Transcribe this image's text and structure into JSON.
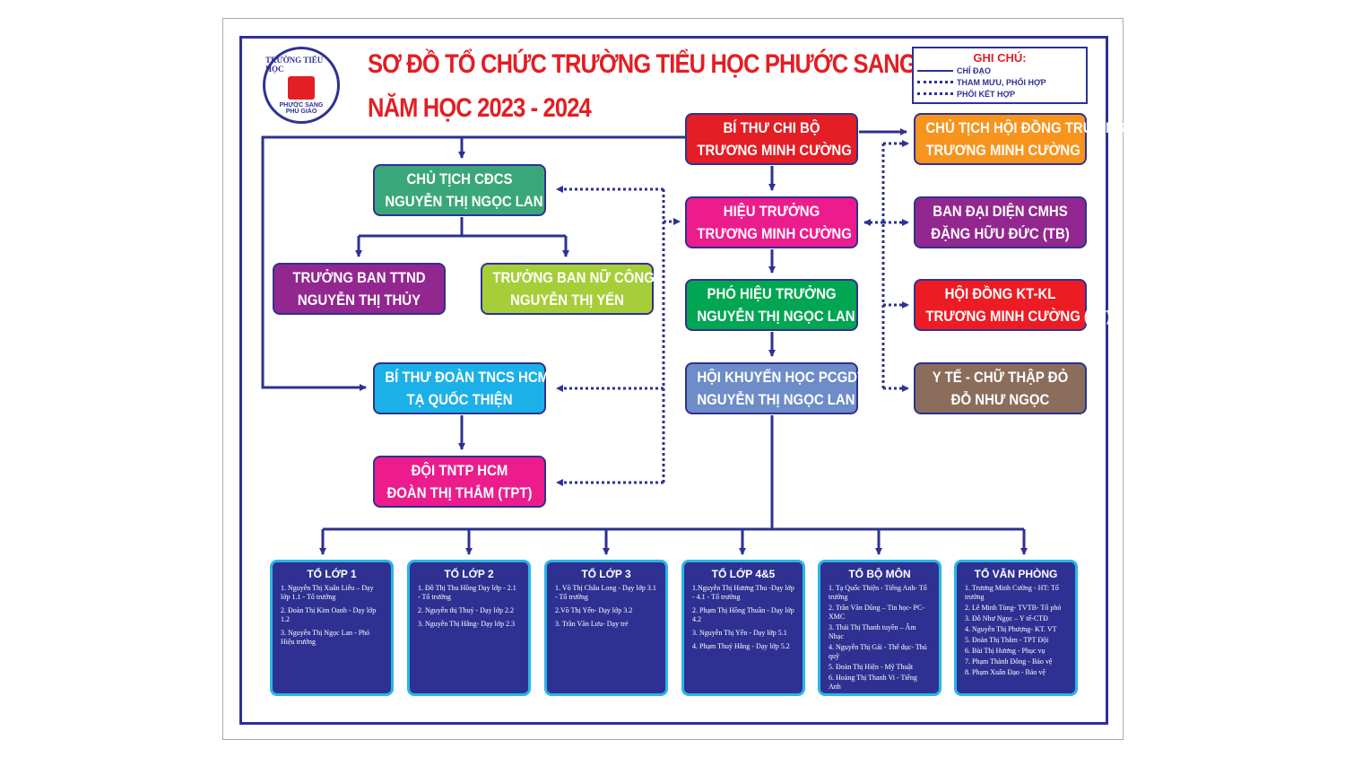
{
  "logo": {
    "top_text": "TRƯỜNG TIỂU HỌC",
    "bottom_text": "PHƯỚC SANG",
    "sub_text": "PHÚ GIÁO"
  },
  "title": {
    "line1": "SƠ ĐỒ TỔ CHỨC TRƯỜNG TIỂU HỌC PHƯỚC SANG",
    "line2": "NĂM HỌC 2023 - 2024"
  },
  "legend": {
    "heading": "GHI CHÚ:",
    "items": [
      "CHỈ ĐẠO",
      "THAM MƯU, PHỐI HỢP",
      "PHỐI KẾT HỢP"
    ]
  },
  "nodes": {
    "bi_thu": {
      "l1": "BÍ THƯ CHI BỘ",
      "l2": "TRƯƠNG MINH CƯỜNG",
      "color": "#e31e24"
    },
    "chu_tich_hdt": {
      "l1": "CHỦ TỊCH HỘI ĐỒNG TRƯỜNG",
      "l2": "TRƯƠNG MINH CƯỜNG",
      "color": "#f7941d"
    },
    "cdcs": {
      "l1": "CHỦ TỊCH CĐCS",
      "l2": "NGUYỄN THỊ NGỌC LAN",
      "color": "#3aa77a"
    },
    "hieu_truong": {
      "l1": "HIỆU TRƯỞNG",
      "l2": "TRƯƠNG MINH CƯỜNG",
      "color": "#ec1c8c"
    },
    "ban_dai_dien": {
      "l1": "BAN ĐẠI DIỆN CMHS",
      "l2": "ĐẶNG HỮU ĐỨC (TB)",
      "color": "#92278f"
    },
    "ttnd": {
      "l1": "TRƯỞNG BAN TTND",
      "l2": "NGUYỄN THỊ THỦY",
      "color": "#92278f"
    },
    "nu_cong": {
      "l1": "TRƯỞNG BAN NỮ CÔNG",
      "l2": "NGUYỄN THỊ YẾN",
      "color": "#a6ce39"
    },
    "pho_ht": {
      "l1": "PHÓ HIỆU TRƯỞNG",
      "l2": "NGUYỄN THỊ NGỌC LAN",
      "color": "#00a651"
    },
    "kt_kl": {
      "l1": "HỘI ĐỒNG KT-KL",
      "l2": "TRƯƠNG MINH CƯỜNG (CT)",
      "color": "#ed1c24"
    },
    "doan": {
      "l1": "BÍ THƯ ĐOÀN TNCS HCM",
      "l2": "TẠ QUỐC THIỆN",
      "color": "#1cb0e8"
    },
    "khuyen_hoc": {
      "l1": "HỘI KHUYẾN HỌC PCGDTH",
      "l2": "NGUYỄN THỊ NGỌC LAN",
      "color": "#6d8cc8"
    },
    "y_te": {
      "l1": "Y TẾ - CHỮ THẬP ĐỎ",
      "l2": "ĐỖ NHƯ NGỌC",
      "color": "#8b6d5c"
    },
    "doi": {
      "l1": "ĐỘI TNTP HCM",
      "l2": "ĐOÀN THỊ THẮM (TPT)",
      "color": "#ec1c8c"
    }
  },
  "teams": [
    {
      "title": "TỔ LỚP 1",
      "items": [
        "1. Nguyễn Thị Xuân Liễu – Dạy lớp 1.1 - Tổ trưởng",
        "2. Đoàn Thị Kim Oanh - Dạy lớp 1.2",
        "3. Nguyễn Thị Ngọc Lan - Phó Hiệu trưởng"
      ]
    },
    {
      "title": "TỔ LỚP 2",
      "items": [
        "1. Đỗ Thị Thu Hồng Dạy lớp - 2.1 - Tổ trưởng",
        "2. Nguyễn thị Thuý - Dạy lớp 2.2",
        "3. Nguyễn Thị Hằng- Dạy lớp 2.3"
      ]
    },
    {
      "title": "TỔ LỚP 3",
      "items": [
        "1. Võ Thị Châu Long - Dạy lớp 3.1 - Tổ trưởng",
        "2.Võ Thị Yến- Dạy lớp 3.2",
        "3. Trần Văn Lưu- Dạy trẻ"
      ]
    },
    {
      "title": "TỔ LỚP 4&5",
      "items": [
        "1.Nguyễn Thị Hương Thu -Dạy lớp - 4.1 - Tổ trưởng",
        "2. Phạm Thị Hồng Thuần - Dạy lớp 4.2",
        "3. Nguyễn Thị Yến - Dạy lớp 5.1",
        "4. Phạm Thuý Hằng - Dạy lớp 5.2"
      ]
    },
    {
      "title": "TỔ BỘ MÔN",
      "items": [
        "1. Tạ Quốc Thiện - Tiếng Anh- Tổ trưởng",
        "2. Trần Văn Dũng – Tin học- PC-XMC",
        "3. Thái Thị Thanh tuyền – Âm Nhạc",
        "4. Nguyễn Thị Gái - Thể dục- Thủ quỹ",
        "5. Đoàn Thị Hiện - Mỹ Thuật",
        "6. Hoàng Thị Thanh Vi - Tiếng Anh"
      ]
    },
    {
      "title": "TỔ VĂN PHÒNG",
      "items": [
        "1. Trương Minh Cường - HT: Tổ trưởng",
        "2. Lê Minh Tùng- TVTB- Tổ phó",
        "3. Đỗ Như Ngọc – Y tế-CTĐ",
        "4. Nguyễn Thị Phượng- KT. VT",
        "5. Đoàn Thị Thắm - TPT Đội",
        "6. Bùi Thị Hương - Phục vụ",
        "7. Phạm Thành Đông - Bảo vệ",
        "8. Phạm Xuân Đạo - Bảo vệ"
      ]
    }
  ]
}
